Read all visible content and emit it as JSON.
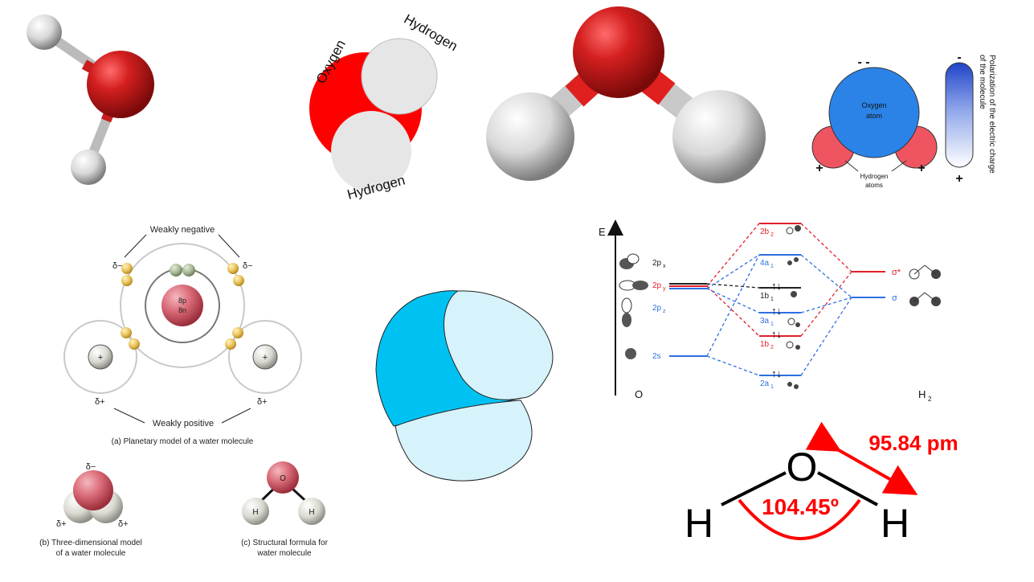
{
  "panel_space_fill": {
    "labels": {
      "oxygen": "Oxygen",
      "hydrogen_top": "Hydrogen",
      "hydrogen_bottom": "Hydrogen"
    }
  },
  "panel_polarization": {
    "oxygen_label_line1": "Oxygen",
    "oxygen_label_line2": "atom",
    "hydrogen_label_line1": "Hydrogen",
    "hydrogen_label_line2": "atoms",
    "top_charge": "- -",
    "left_charge": "+",
    "right_charge": "+",
    "bar_top_sign": "-",
    "bar_bottom_sign": "+",
    "bar_caption_line1": "Polarization of the electric charge",
    "bar_caption_line2": "of the molecule"
  },
  "panel_planetary": {
    "weakly_negative": "Weakly negative",
    "weakly_positive": "Weakly positive",
    "delta_minus": "δ−",
    "delta_plus": "δ+",
    "nucleus_p": "8p",
    "nucleus_n": "8n",
    "plus": "+",
    "caption_a": "(a) Planetary model of a water molecule",
    "caption_b_line1": "(b) Three-dimensional model",
    "caption_b_line2": "of a water molecule",
    "caption_c_line1": "(c) Structural formula for",
    "caption_c_line2": "water molecule",
    "struct_o": "O",
    "struct_h1": "H",
    "struct_h2": "H"
  },
  "panel_mo": {
    "energy_axis": "E",
    "left_atom": "O",
    "right_atom": "H",
    "right_atom_sub": "2",
    "left_levels": [
      {
        "main": "2p",
        "sub": "x",
        "color": "#222222"
      },
      {
        "main": "2p",
        "sub": "y",
        "color": "#e0202a"
      },
      {
        "main": "2p",
        "sub": "z",
        "color": "#2f6fe0"
      },
      {
        "main": "2s",
        "sub": "",
        "color": "#2f6fe0"
      }
    ],
    "center_levels": [
      {
        "main": "2b",
        "sub": "2",
        "color": "#e0202a"
      },
      {
        "main": "4a",
        "sub": "1",
        "color": "#2f6fe0"
      },
      {
        "main": "1b",
        "sub": "1",
        "color": "#222222"
      },
      {
        "main": "3a",
        "sub": "1",
        "color": "#2f6fe0"
      },
      {
        "main": "1b",
        "sub": "2",
        "color": "#e0202a"
      },
      {
        "main": "2a",
        "sub": "1",
        "color": "#2f6fe0"
      }
    ],
    "right_levels": [
      {
        "main": "σ*",
        "color": "#e0202a"
      },
      {
        "main": "σ",
        "color": "#2f6fe0"
      }
    ],
    "electron_pair": "↑↓"
  },
  "panel_geometry": {
    "atom_o": "O",
    "atom_h_left": "H",
    "atom_h_right": "H",
    "bond_length": "95.84 pm",
    "bond_angle": "104.45º",
    "accent_color": "#ff0000"
  },
  "colors": {
    "oxygen_red": "#d41f1f",
    "hydrogen_white": "#e8e8e8",
    "oxygen_blue": "#2b83e8",
    "hydrogen_pink": "#ee5560",
    "outline_cyan": "#00c2f2",
    "outline_light": "#d6f2fb"
  }
}
